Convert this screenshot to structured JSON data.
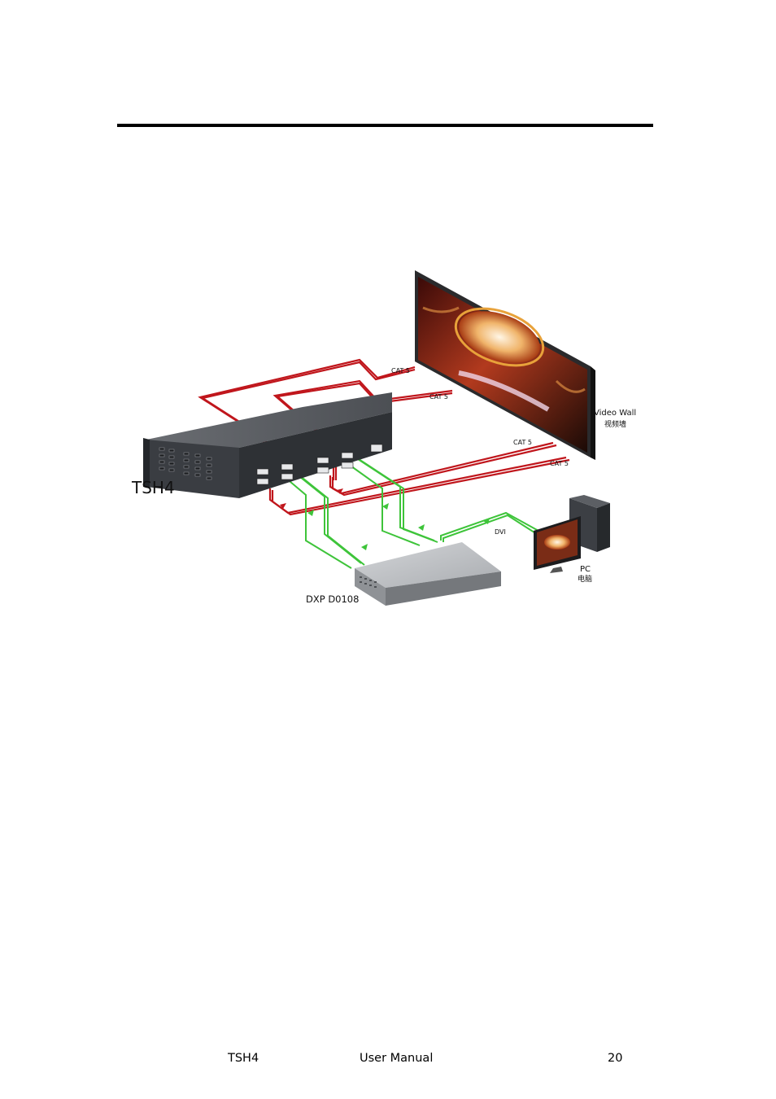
{
  "figure": {
    "labels": {
      "tsh4": "TSH4",
      "dxp": "DXP D0108",
      "video_wall": "Video Wall",
      "video_wall_cn": "视频墙",
      "pc": "PC",
      "pc_cn": "电脑",
      "dvi": "DVI",
      "cat5_1": "CAT 5",
      "cat5_2": "CAT 5",
      "cat5_3": "CAT 5",
      "cat5_4": "CAT 5"
    },
    "colors": {
      "cat5_cable": "#c0161c",
      "dvi_cable": "#3ec43a",
      "device_body": "#4a4d52",
      "dxp_body": "#b9bbbf"
    }
  },
  "footer": {
    "left": "TSH4",
    "center": "User Manual",
    "page_number": "20"
  }
}
